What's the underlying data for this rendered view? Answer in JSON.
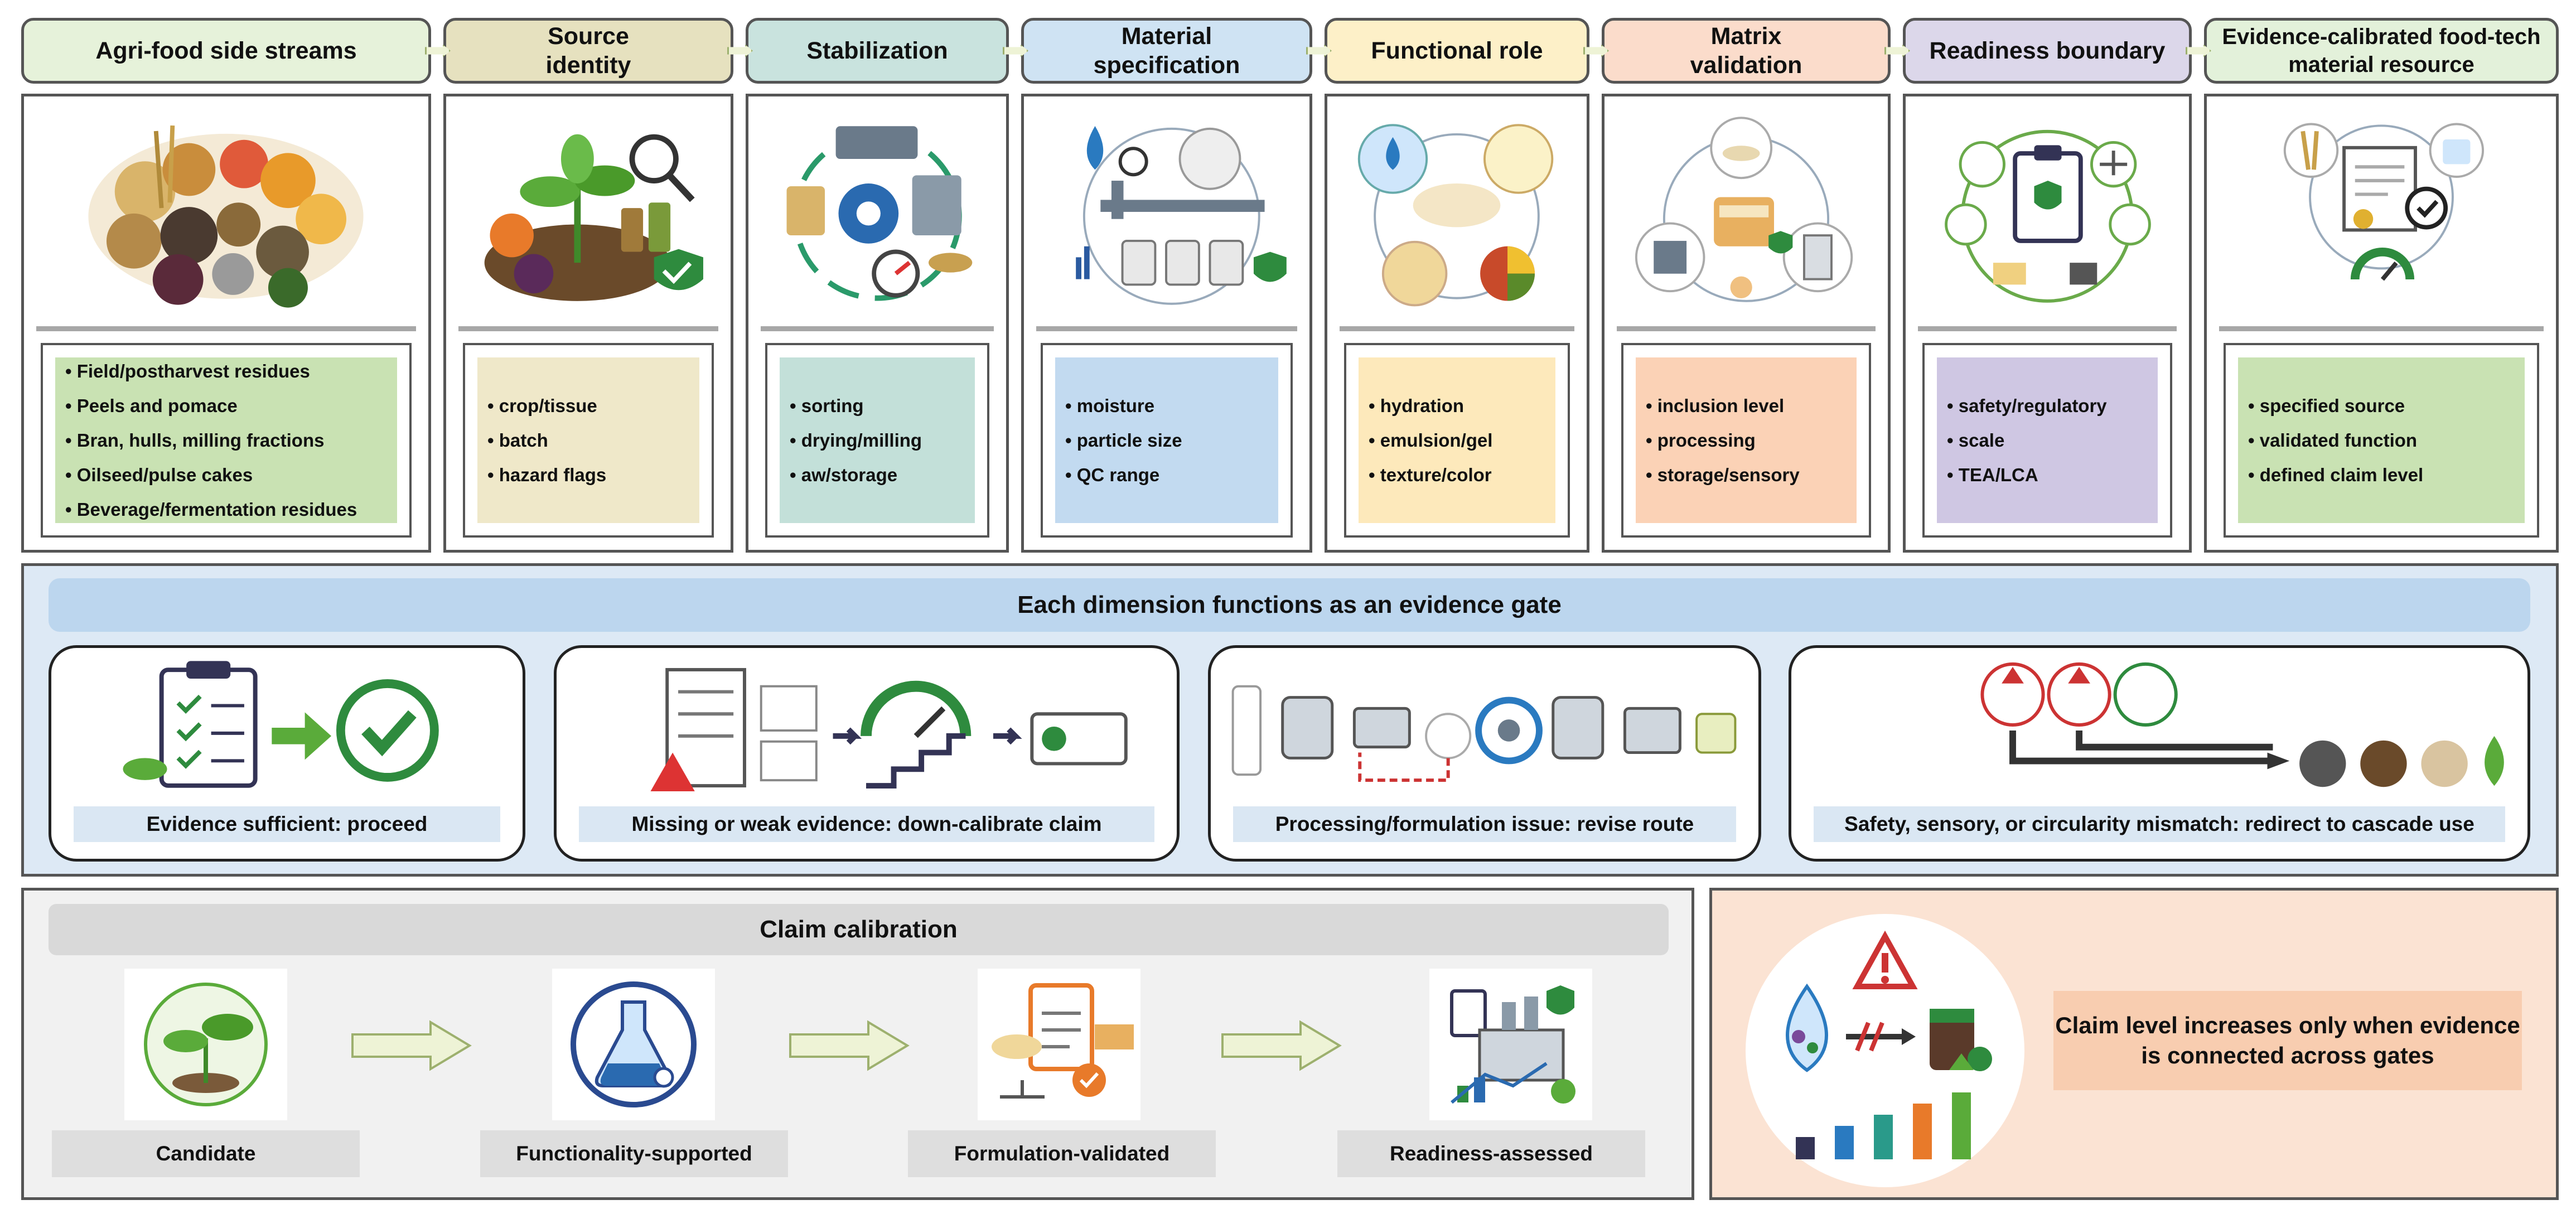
{
  "colors": {
    "stage_fills": [
      "#e6f2da",
      "#e6e1bf",
      "#c9e3de",
      "#cfe3f3",
      "#fdf0c8",
      "#fbdccb",
      "#dcd7ea",
      "#e3f1da"
    ],
    "list_fills": [
      "#c9e2b3",
      "#efe8c9",
      "#c3e0d9",
      "#c2daf0",
      "#fde9bb",
      "#fbd2b6",
      "#cfc7e3",
      "#c9e2b3"
    ],
    "gate_band": "#dde9f5",
    "claim_band": "#f1f1f1",
    "conclusion_band": "#fbe3d3"
  },
  "stages": [
    {
      "title": "Agri-food side streams",
      "icon": "grains-fruits-residues-icon",
      "items": [
        "• Field/postharvest residues",
        "• Peels and pomace",
        "• Bran, hulls, milling fractions",
        "• Oilseed/pulse cakes",
        "• Beverage/fermentation residues"
      ]
    },
    {
      "title": "Source identity",
      "icon": "plant-magnifier-shield-icon",
      "items": [
        "• crop/tissue",
        "• batch",
        "• hazard flags"
      ]
    },
    {
      "title": "Stabilization",
      "icon": "drying-milling-cycle-icon",
      "items": [
        "• sorting",
        "• drying/milling",
        "• aw/storage"
      ]
    },
    {
      "title": "Material specification",
      "icon": "caliper-droplet-jars-icon",
      "items": [
        "• moisture",
        "• particle size",
        "• QC range"
      ]
    },
    {
      "title": "Functional role",
      "icon": "hydration-emulsion-texture-icon",
      "items": [
        "• hydration",
        "• emulsion/gel",
        "• texture/color"
      ]
    },
    {
      "title": "Matrix validation",
      "icon": "food-matrix-processing-icon",
      "items": [
        "• inclusion level",
        "• processing",
        "• storage/sensory"
      ]
    },
    {
      "title": "Readiness boundary",
      "icon": "clipboard-scale-regulatory-icon",
      "items": [
        "• safety/regulatory",
        "• scale",
        "• TEA/LCA"
      ]
    },
    {
      "title": "Evidence-calibrated food-tech material resource",
      "icon": "certificate-gauge-icon",
      "items": [
        "• specified source",
        "• validated function",
        "• defined claim level"
      ]
    }
  ],
  "gate": {
    "title": "Each dimension functions as an evidence gate",
    "cards": [
      {
        "label": "Evidence sufficient: proceed",
        "icon": "clipboard-checkmark-icon"
      },
      {
        "label": "Missing or weak evidence: down-calibrate claim",
        "icon": "checklist-warning-gauge-icon"
      },
      {
        "label": "Processing/formulation issue: revise route",
        "icon": "process-line-revise-icon"
      },
      {
        "label": "Safety, sensory, or circularity mismatch: redirect to cascade use",
        "icon": "warning-redirect-cascade-icon"
      }
    ]
  },
  "claim": {
    "title": "Claim calibration",
    "steps": [
      {
        "label": "Candidate",
        "icon": "sprout-icon"
      },
      {
        "label": "Functionality-supported",
        "icon": "flask-icon"
      },
      {
        "label": "Formulation-validated",
        "icon": "clipboard-food-icon"
      },
      {
        "label": "Readiness-assessed",
        "icon": "factory-icon"
      }
    ]
  },
  "conclusion": {
    "text": "Claim level increases only when evidence is connected across gates",
    "icon": "connected-evidence-icon"
  }
}
